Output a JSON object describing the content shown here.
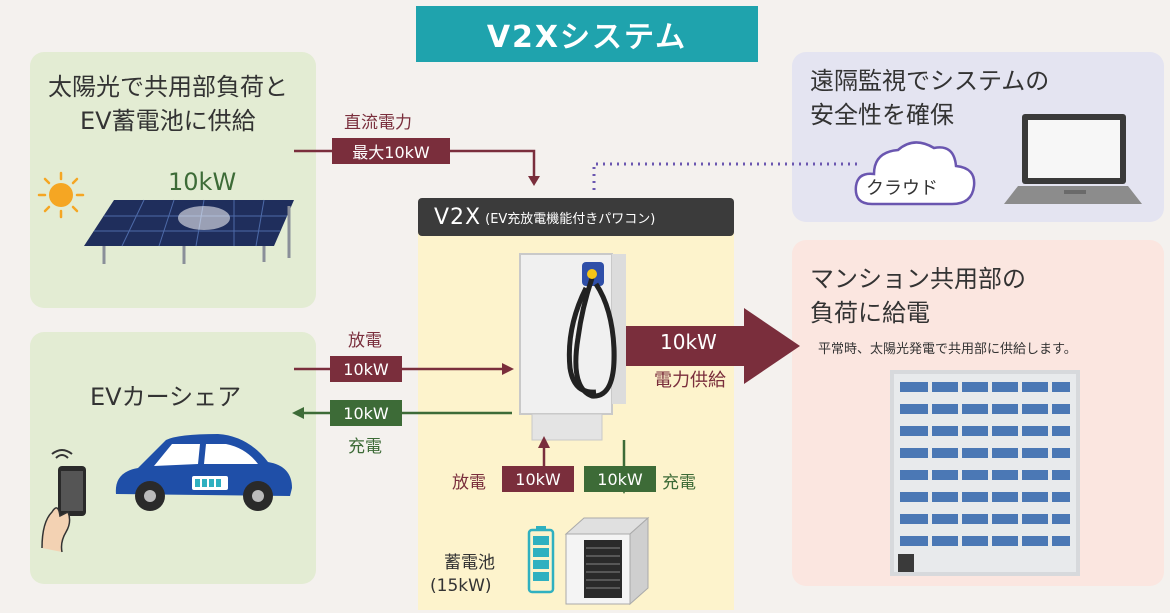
{
  "title": "V2Xシステム",
  "solar_panel": {
    "heading_line1": "太陽光で共用部負荷と",
    "heading_line2": "EV蓄電池に供給",
    "capacity": "10kW"
  },
  "dc_flow": {
    "label": "直流電力",
    "box": "最大10kW"
  },
  "monitoring": {
    "heading_line1": "遠隔監視でシステムの",
    "heading_line2": "安全性を確保",
    "cloud_label": "クラウド"
  },
  "v2x": {
    "name": "V2X",
    "description": "(EV充放電機能付きパワコン)"
  },
  "ev_share": {
    "heading": "EVカーシェア",
    "discharge_label": "放電",
    "discharge_value": "10kW",
    "charge_value": "10kW",
    "charge_label": "充電"
  },
  "supply": {
    "value": "10kW",
    "label": "電力供給"
  },
  "mansion": {
    "heading_line1": "マンション共用部の",
    "heading_line2": "負荷に給電",
    "note": "平常時、太陽光発電で共用部に供給します。"
  },
  "storage": {
    "discharge_label": "放電",
    "discharge_value": "10kW",
    "charge_value": "10kW",
    "charge_label": "充電",
    "battery_label": "蓄電池",
    "battery_capacity": "(15kW)"
  },
  "colors": {
    "title_bg": "#1fa3ad",
    "discharge": "#7a2e3c",
    "charge": "#3d6b37",
    "panel_green": "#e3ecd3",
    "panel_lavender": "#e4e4f1",
    "panel_pink": "#fbe6e0",
    "panel_yellow": "#fdf3cc"
  }
}
